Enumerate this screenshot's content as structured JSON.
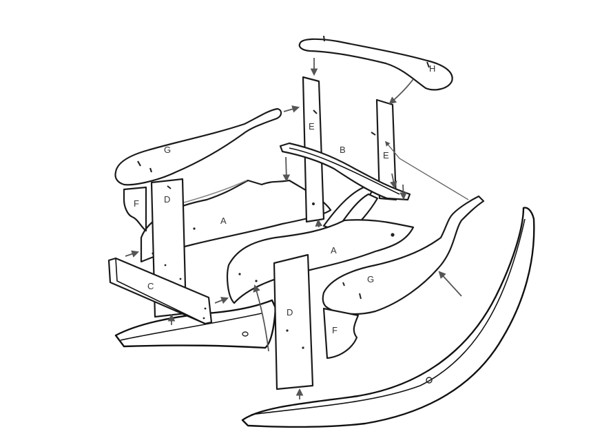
{
  "labels": {
    "H": "H",
    "G_left": "G",
    "G_right": "G",
    "E_left": "E",
    "E_right": "E",
    "B": "B",
    "F_left": "F",
    "F_right": "F",
    "D_left": "D",
    "D_right": "D",
    "A_left": "A",
    "A_right": "A",
    "C": "C"
  },
  "colors": {
    "line": "#1a1a1a",
    "arrow": "#555555",
    "background": "#ffffff"
  }
}
